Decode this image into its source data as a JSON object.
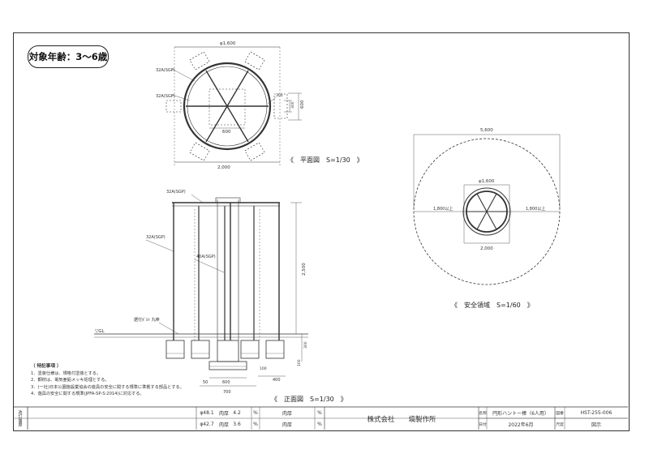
{
  "badge": "対象年齢：3～6歳",
  "plan": {
    "caption": "《　平面図　S=1/30　》",
    "dim_diameter": "φ1,600",
    "dim_bottom": "2,000",
    "dim_inner": "600",
    "dim_side": "600",
    "dim_small": "300",
    "dim_tab": "300",
    "label_pipe1": "32A(SGP)",
    "label_pipe2": "32A(SGP)"
  },
  "front": {
    "caption": "《　正面図　S=1/30　》",
    "label_top": "32A(SGP)",
    "label_left": "32A(SGP)",
    "label_mid": "40A(SGP)",
    "label_base": "据付ﾎﾞﾙﾄ 丸棒",
    "gl": "▽GL",
    "dim_height": "2,500",
    "dim_d1": "300",
    "dim_d2": "100",
    "dim_b50": "50",
    "dim_b600": "600",
    "dim_b400": "400",
    "dim_b700": "700",
    "dim_b100": "100"
  },
  "safety": {
    "caption": "《　安全領域　S=1/60　》",
    "dim_outer": "5,600",
    "dim_diameter": "φ1,600",
    "dim_left": "1,800以上",
    "dim_right": "1,800以上",
    "dim_bottom": "2,000"
  },
  "notes": {
    "heading": "（ 特記事項 ）",
    "items": [
      "1．塗装仕様は、規格付塗装とする。",
      "2．鋼材は、電気亜鉛メッキ処理とする。",
      "3．(一社)日本公園施設業協会の遊具の安全に関する規準に準拠する部品とする。",
      "4．遊具の安全に関する規準(JPFA-SP-S:2014)に対応する。"
    ]
  },
  "title_block": {
    "side_label": "改訂履歴",
    "row1": [
      "φ48.1",
      "肉厚",
      "4.2",
      "%",
      "肉厚",
      "%"
    ],
    "row2": [
      "φ42.7",
      "肉厚",
      "3.6",
      "%",
      "肉厚",
      "%"
    ],
    "company": "株式会社　　塙製作所",
    "name_label": "名称",
    "product": "円形ハントー棒（6人用）",
    "date_label": "日付",
    "date": "2022年6月",
    "number_label": "図番",
    "number": "HST-255-006",
    "scale_label": "尺度",
    "scale": "図示"
  }
}
